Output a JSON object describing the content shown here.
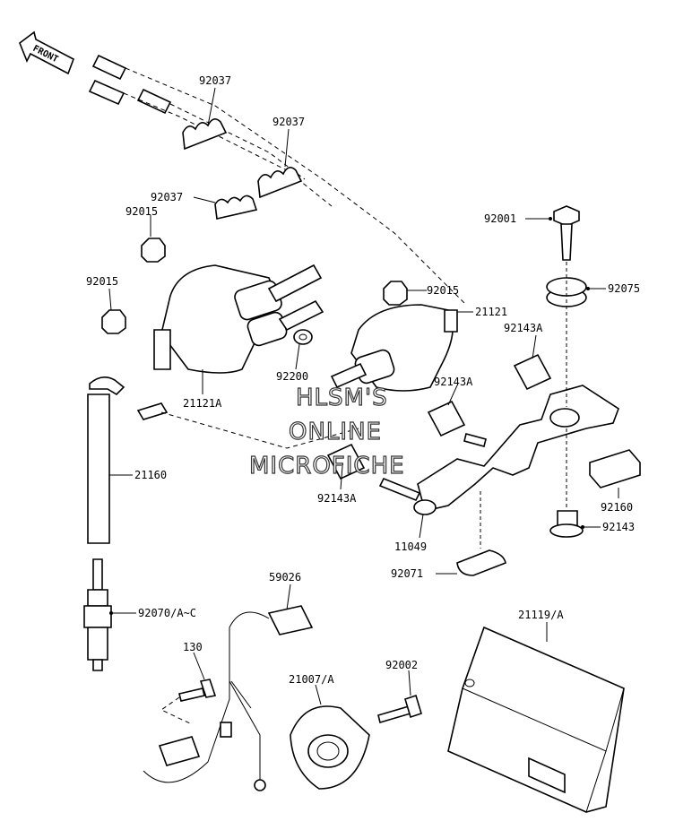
{
  "diagram": {
    "front_arrow": "FRONT",
    "watermark": [
      "HLSM'S",
      "ONLINE",
      "MICROFICHE"
    ],
    "parts": {
      "p92037_a": "92037",
      "p92037_b": "92037",
      "p92037_c": "92037",
      "p92015_a": "92015",
      "p92015_b": "92015",
      "p92015_c": "92015",
      "p92001": "92001",
      "p92075": "92075",
      "p21121": "21121",
      "p92143A_a": "92143A",
      "p92143A_b": "92143A",
      "p92143A_c": "92143A",
      "p92200": "92200",
      "p21121A": "21121A",
      "p21160": "21160",
      "p92160": "92160",
      "p92143": "92143",
      "p11049": "11049",
      "p92071": "92071",
      "p59026": "59026",
      "p92070": "92070/A~C",
      "p21119": "21119/A",
      "p130": "130",
      "p92002": "92002",
      "p21007": "21007/A"
    }
  }
}
